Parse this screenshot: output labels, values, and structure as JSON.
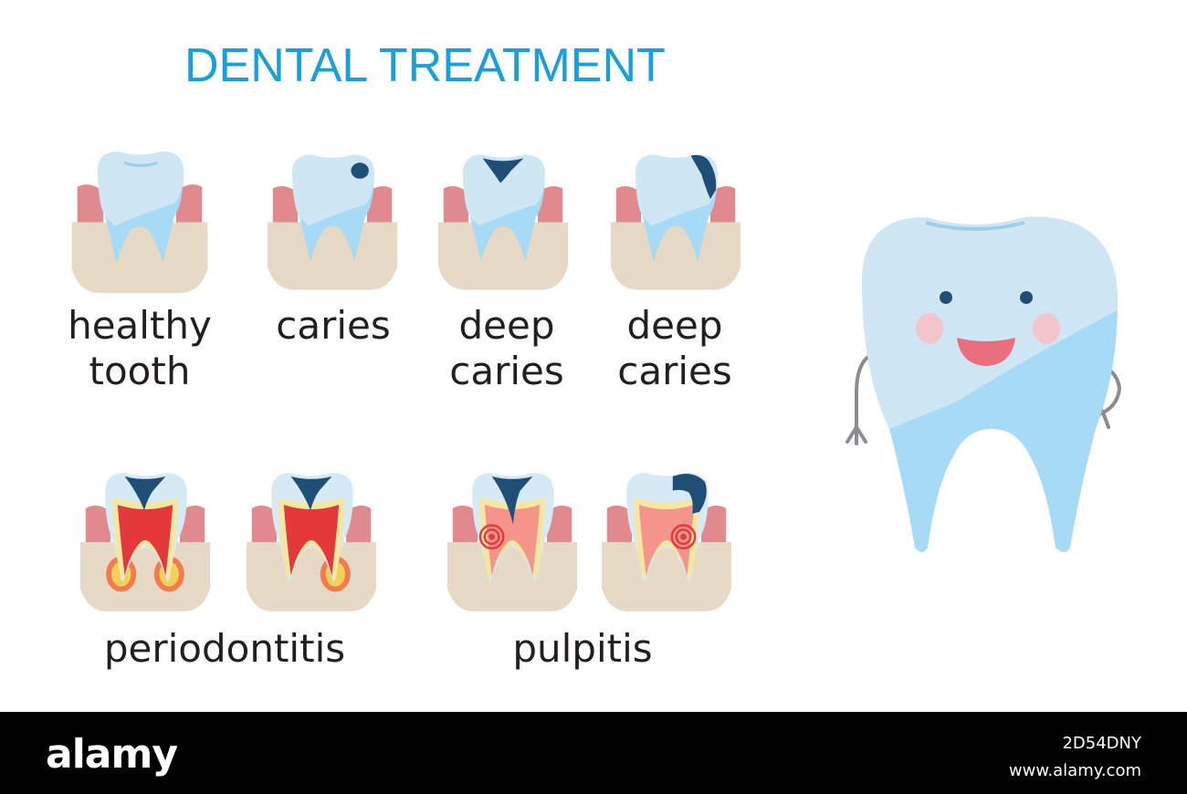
{
  "title": "DENTAL TREATMENT",
  "labels": {
    "healthy_line1": "healthy",
    "healthy_line2": "tooth",
    "caries": "caries",
    "deep_caries_1_line1": "deep",
    "deep_caries_1_line2": "caries",
    "deep_caries_2_line1": "deep",
    "deep_caries_2_line2": "caries",
    "periodontitis": "periodontitis",
    "pulpitis": "pulpitis"
  },
  "watermark": {
    "logo": "alamy",
    "image_id": "2D54DNY",
    "url": "www.alamy.com"
  },
  "colors": {
    "title": "#1a9fd9",
    "enamel": "#cfe6f5",
    "root_blue": "#a7daf4",
    "gum": "#e08a8f",
    "bone": "#e6dac7",
    "cavity": "#1f4f76",
    "pulp": "#e4393c",
    "infection": "#f4cf5a",
    "inflamed_pulp": "#f4948b"
  }
}
